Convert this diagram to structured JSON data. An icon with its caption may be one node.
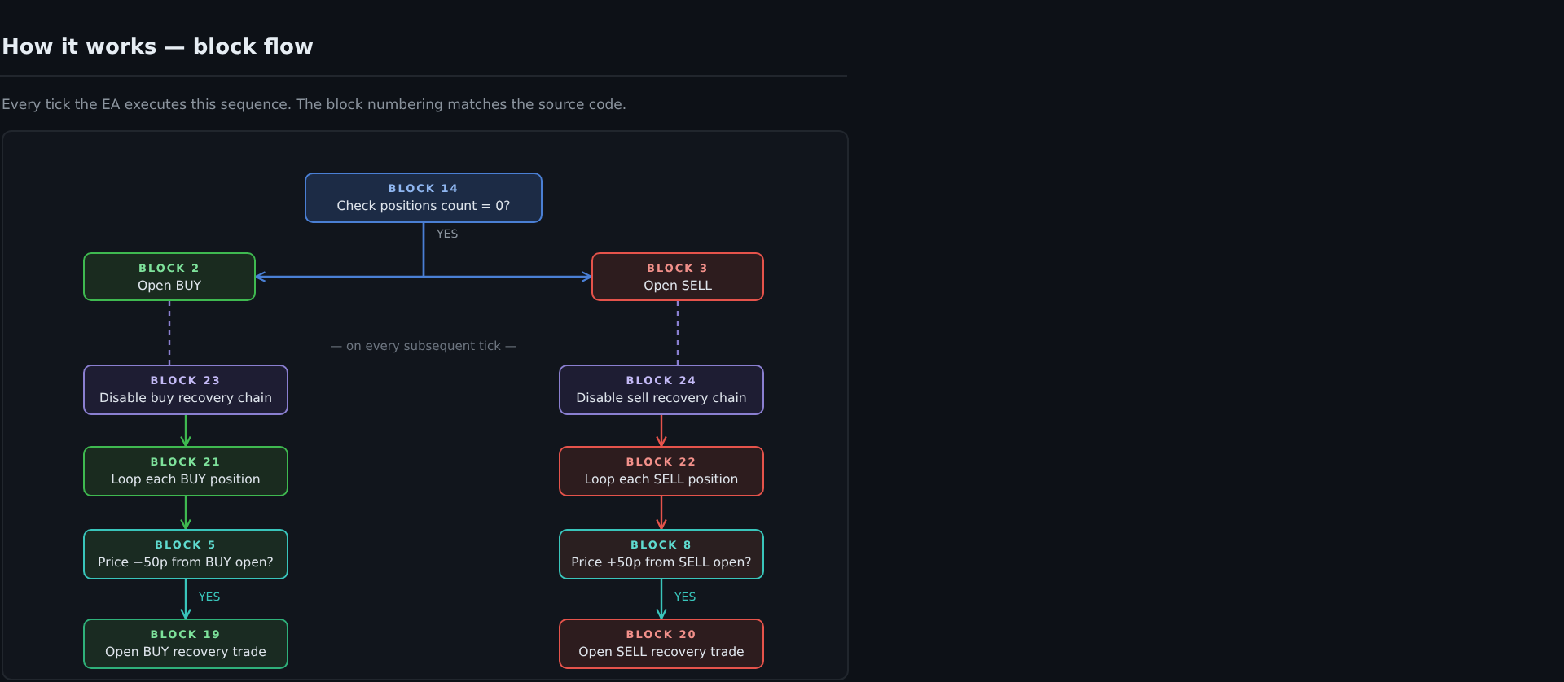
{
  "diagram": {
    "title": "How it works — block flow",
    "caption": "Every tick the EA executes this sequence. The block numbering matches the source code.",
    "nodes": [
      {
        "text": [
          "BLOCK 14",
          "Check positions count = 0?"
        ]
      },
      {
        "text": [
          "BLOCK 2",
          "Open BUY"
        ]
      },
      {
        "text": [
          "BLOCK 3",
          "Open SELL"
        ]
      },
      {
        "text": [
          "BLOCK 23",
          "Disable buy recovery chain"
        ]
      },
      {
        "text": [
          "BLOCK 24",
          "Disable sell recovery chain"
        ]
      },
      {
        "text": [
          "BLOCK 21",
          "Loop each BUY position"
        ]
      },
      {
        "text": [
          "BLOCK 22",
          "Loop each SELL position"
        ]
      },
      {
        "text": [
          "BLOCK 5",
          "Price −50p from BUY open?"
        ]
      },
      {
        "text": [
          "BLOCK 8",
          "Price +50p from SELL open?"
        ]
      },
      {
        "text": [
          "BLOCK 19",
          "Open BUY recovery trade"
        ]
      },
      {
        "text": [
          "BLOCK 20",
          "Open SELL recovery trade"
        ]
      }
    ],
    "edges": [
      {
        "from": 0,
        "to": 1,
        "arrow": "to",
        "label": "YES",
        "color": "#4a7fd4"
      },
      {
        "from": 0,
        "to": 2,
        "arrow": "to",
        "color": "#4a7fd4"
      },
      {
        "from": 1,
        "to": 3,
        "arrow": "none",
        "style": "dashed",
        "color": "#8a7fd0"
      },
      {
        "from": 2,
        "to": 4,
        "arrow": "none",
        "style": "dashed",
        "color": "#8a7fd0"
      },
      {
        "from": 3,
        "to": 5,
        "arrow": "to",
        "color": "#3fb950"
      },
      {
        "from": 4,
        "to": 6,
        "arrow": "to",
        "color": "#e5534b"
      },
      {
        "from": 5,
        "to": 7,
        "arrow": "to",
        "color": "#3fb950"
      },
      {
        "from": 6,
        "to": 8,
        "arrow": "to",
        "color": "#e5534b"
      },
      {
        "from": 7,
        "to": 9,
        "arrow": "to",
        "label": "YES",
        "color": "#39c5bb"
      },
      {
        "from": 8,
        "to": 10,
        "arrow": "to",
        "label": "YES",
        "color": "#39c5bb"
      }
    ],
    "labels": [
      "— on every subsequent tick —"
    ]
  }
}
